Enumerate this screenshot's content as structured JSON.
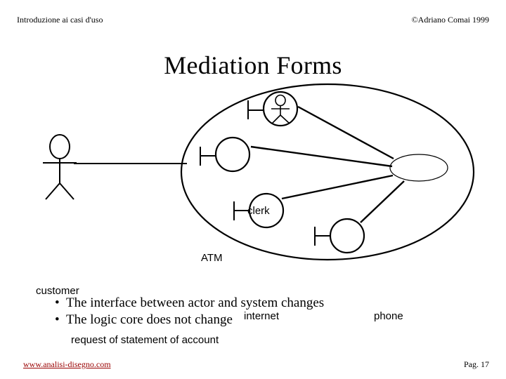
{
  "header": {
    "left": "Introduzione ai casi d'uso",
    "right": "©Adriano Comai 1999"
  },
  "title": "Mediation Forms",
  "diagram": {
    "boundary_name": "system-boundary-ellipse",
    "usecase_label": "",
    "nodes": [
      {
        "id": "clerk",
        "label": "clerk",
        "type": "actor-in-circle"
      },
      {
        "id": "atm",
        "label": "ATM",
        "type": "interface-circle"
      },
      {
        "id": "internet",
        "label": "internet",
        "type": "interface-circle"
      },
      {
        "id": "phone",
        "label": "phone",
        "type": "interface-circle"
      }
    ],
    "actor": {
      "id": "customer",
      "label": "customer"
    },
    "association_label": "request of statement of account",
    "stroke_color": "#000000",
    "fill_color": "#ffffff"
  },
  "bullets": [
    {
      "marker": "•",
      "text": "The interface between actor and system changes"
    },
    {
      "marker": "•",
      "text": "The logic core does not change"
    }
  ],
  "footer": {
    "link": "www.analisi-disegno.com",
    "link_color": "#990000",
    "page": "Pag. 17"
  }
}
